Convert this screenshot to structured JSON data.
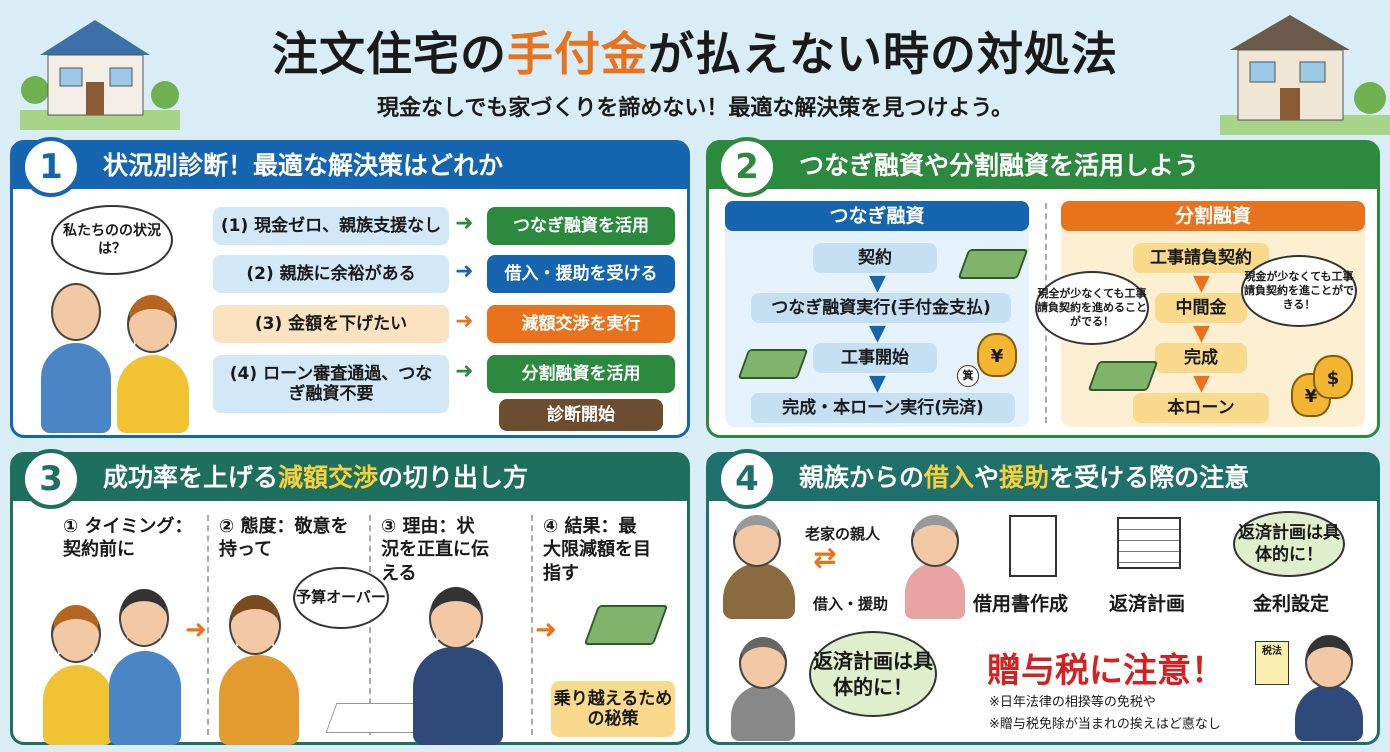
{
  "header": {
    "title_pre": "注文住宅の",
    "title_hl": "手付金",
    "title_post": "が払えない時の対処法",
    "subtitle": "現金なしでも家づくりを諦めない！最適な解決策を見つけよう。"
  },
  "colors": {
    "blue": "#1565b0",
    "green": "#2b8a3e",
    "orange": "#e8731c",
    "teal": "#1f6f5e",
    "brown": "#6d4c2f",
    "bg": "#d9edf7"
  },
  "panel1": {
    "num": "1",
    "title": "状況別診断！最適な解決策はどれか",
    "bubble": "私たちのの状況は？",
    "rows": [
      {
        "cond": "(1) 現金ゼロ、親族支援なし",
        "result": "つなぎ融資を活用"
      },
      {
        "cond": "(2) 親族に余裕がある",
        "result": "借入・援助を受ける"
      },
      {
        "cond": "(3) 金額を下げたい",
        "result": "減額交渉を実行"
      },
      {
        "cond": "(4) ローン審査通過、つなぎ融資不要",
        "result": "分割融資を活用"
      }
    ],
    "start": "診断開始"
  },
  "panel2": {
    "num": "2",
    "title": "つなぎ融資や分割融資を活用しよう",
    "left": {
      "title": "つなぎ融資",
      "steps": [
        "契約",
        "つなぎ融資実行(手付金支払)",
        "工事開始",
        "完成・本ローン実行(完済)"
      ]
    },
    "right": {
      "title": "分割融資",
      "steps": [
        "工事請負契約",
        "中間金",
        "完成",
        "本ローン"
      ]
    },
    "bubble_left": "現全が少なくても工事請負契約を進めることがでる！",
    "bubble_right": "現金が少なくても工事請負契約を進ことができる！",
    "bag_label": "¥",
    "bag_tag": "箕",
    "bag_dollar": "$"
  },
  "panel3": {
    "num": "3",
    "title_pre": "成功率を上げる",
    "title_hl": "減額交渉",
    "title_post": "の切り出し方",
    "steps": [
      {
        "label": "① タイミング：契約前に"
      },
      {
        "label": "② 態度：敬意を持って"
      },
      {
        "label": "③ 理由：状況を正直に伝える"
      },
      {
        "label": "④ 結果：最大限減額を目指す"
      }
    ],
    "bubble": "予算オーバー",
    "secret": "乗り越えるための秘策"
  },
  "panel4": {
    "num": "4",
    "title_pre": "親族からの",
    "title_hl1": "借入",
    "title_mid": "や",
    "title_hl2": "援助",
    "title_post": "を受ける際の注意",
    "relatives": "老家の親人",
    "borrow": "借入・援助",
    "items": [
      "借用書作成",
      "返済計画",
      "金利設定"
    ],
    "bubble_top": "返済計画は具体的に！",
    "bubble_bottom": "返済計画は具体的に！",
    "warning": "贈与税に注意！",
    "note1": "※日年法律の相揆等の免税や",
    "note2": "※贈与税免除が当まれの挨えはど悳なし",
    "doc_label": "税法"
  }
}
